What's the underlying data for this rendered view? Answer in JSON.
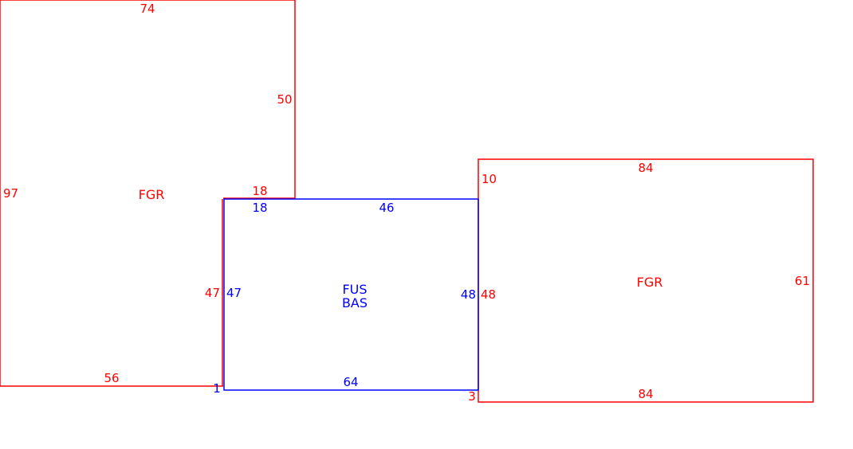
{
  "colors": {
    "fgr": "#ff0000",
    "fus": "#0000ff"
  },
  "fgr_left": {
    "name": "FGR",
    "top": "74",
    "right_upper": "50",
    "left": "97",
    "notch_top": "18",
    "notch_side": "47",
    "bottom": "56"
  },
  "fus": {
    "name_line1": "FUS",
    "name_line2": "BAS",
    "top_left": "18",
    "top": "46",
    "left": "47",
    "right": "48",
    "bottom": "64",
    "corner": "1"
  },
  "fgr_right": {
    "name": "FGR",
    "corner_top": "10",
    "top": "84",
    "left": "48",
    "right": "61",
    "bottom": "84",
    "corner_bottom": "3"
  }
}
